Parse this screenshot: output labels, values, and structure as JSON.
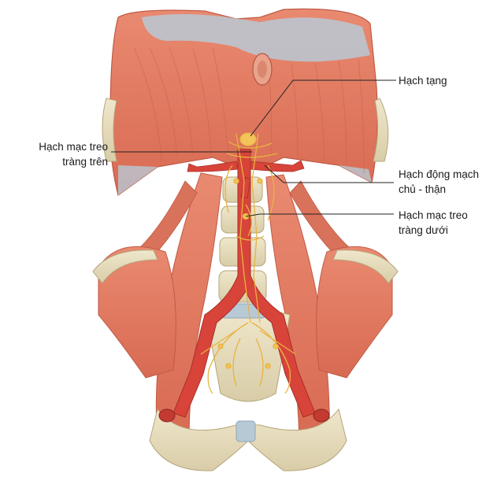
{
  "labels": {
    "celiac": {
      "line1": "Hạch tạng"
    },
    "superior_mesenteric": {
      "line1": "Hạch mạc treo",
      "line2": "tràng trên"
    },
    "aorticorenal": {
      "line1": "Hạch động mạch",
      "line2": "chủ - thận"
    },
    "inferior_mesenteric": {
      "line1": "Hạch mạc treo",
      "line2": "tràng dưới"
    }
  },
  "colors": {
    "muscle": "#e07a62",
    "muscle_dark": "#c85a45",
    "tendon": "#b8c9d6",
    "artery": "#d8443a",
    "nerve": "#f2c45a",
    "bone": "#e8dfc2",
    "leader_line": "#222222"
  }
}
